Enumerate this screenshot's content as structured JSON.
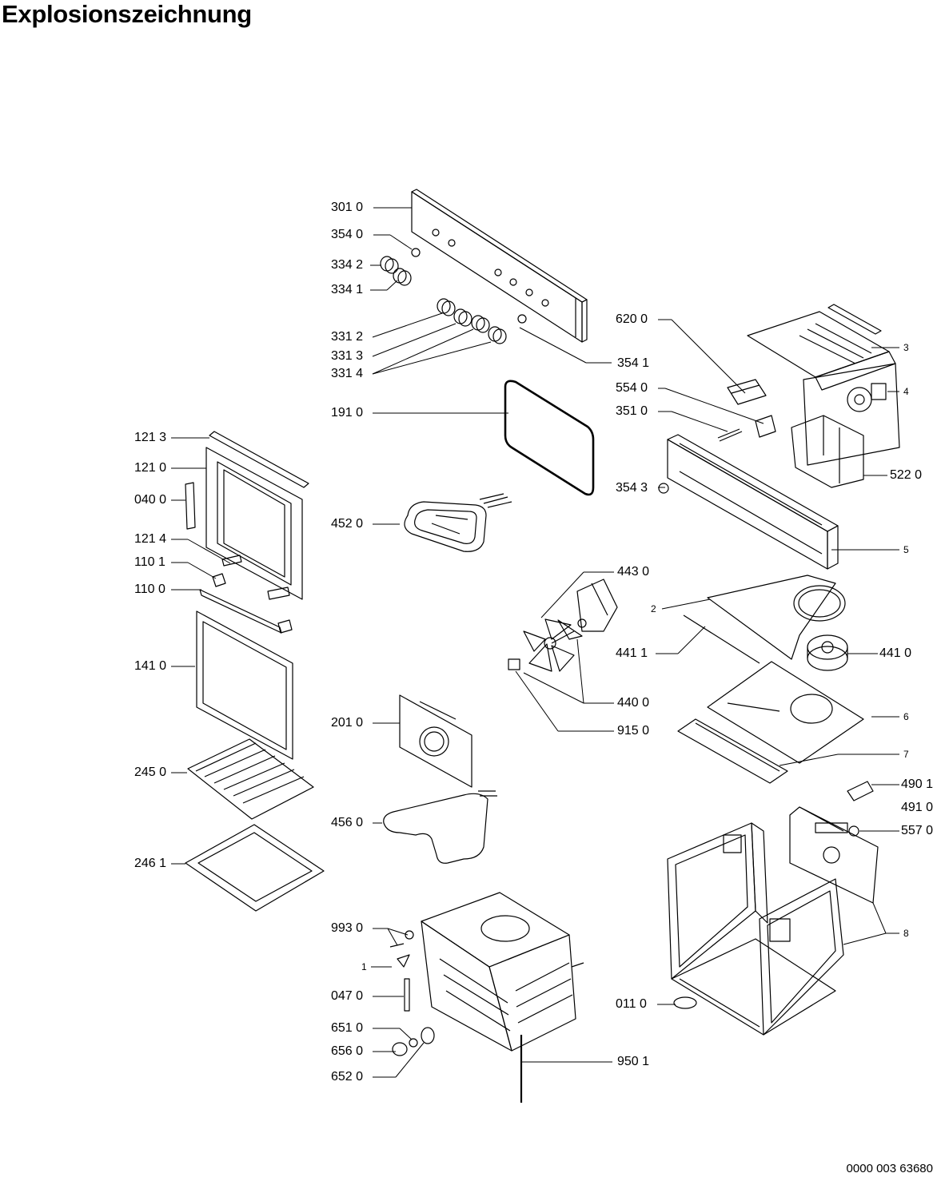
{
  "title": "Explosionszeichnung",
  "document_number": "0000 003 63680",
  "labels": {
    "p3010": "301 0",
    "p3540": "354 0",
    "p3342": "334 2",
    "p3341": "334 1",
    "p3312": "331 2",
    "p3313": "331 3",
    "p3314": "331 4",
    "p3541": "354 1",
    "p6200": "620 0",
    "p5540": "554 0",
    "p3510": "351 0",
    "p3543": "354 3",
    "p5220": "522 0",
    "p1910": "191 0",
    "p4520": "452 0",
    "p4430": "443 0",
    "p4411": "441 1",
    "p4410": "441 0",
    "p4400": "440 0",
    "p9150": "915 0",
    "p2010": "201 0",
    "p4560": "456 0",
    "p4901": "490 1",
    "p4910": "491 0",
    "p5570": "557 0",
    "p1213": "121 3",
    "p1210": "121 0",
    "p0400": "040 0",
    "p1214": "121 4",
    "p1101": "110 1",
    "p1100": "110 0",
    "p1410": "141 0",
    "p2450": "245 0",
    "p2461": "246 1",
    "p9930": "993 0",
    "p1": "1",
    "p0470": "047 0",
    "p6510": "651 0",
    "p6560": "656 0",
    "p6520": "652 0",
    "p9501": "950 1",
    "p0110": "011 0",
    "p2": "2",
    "p3": "3",
    "p4": "4",
    "p5": "5",
    "p6": "6",
    "p7": "7",
    "p8": "8"
  }
}
